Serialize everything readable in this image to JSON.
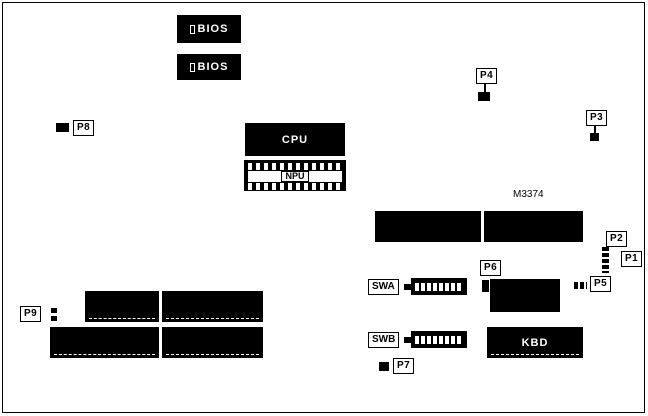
{
  "diagram": {
    "part_number": "M3374",
    "colors": {
      "component": "#000000",
      "background": "#ffffff"
    },
    "chips": {
      "bios_top": {
        "label": "BIOS"
      },
      "bios_bottom": {
        "label": "BIOS"
      },
      "cpu": {
        "label": "CPU"
      },
      "npu": {
        "label": "NPU"
      },
      "kbd": {
        "label": "KBD"
      }
    },
    "switches": {
      "swa": {
        "label": "SWA"
      },
      "swb": {
        "label": "SWB"
      }
    },
    "connectors": {
      "p1": {
        "label": "P1"
      },
      "p2": {
        "label": "P2"
      },
      "p3": {
        "label": "P3"
      },
      "p4": {
        "label": "P4"
      },
      "p5": {
        "label": "P5"
      },
      "p6": {
        "label": "P6"
      },
      "p7": {
        "label": "P7"
      },
      "p8": {
        "label": "P8"
      },
      "p9": {
        "label": "P9"
      }
    }
  }
}
